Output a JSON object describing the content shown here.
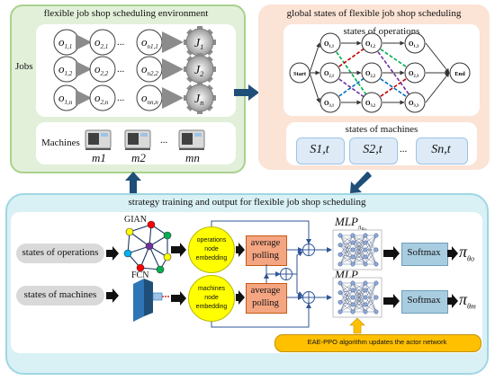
{
  "env": {
    "title": "flexible job shop scheduling environment",
    "jobs_label": "Jobs",
    "machines_label": "Machines",
    "ops": [
      [
        "o1,1",
        "o2,1",
        "on1,1"
      ],
      [
        "o1,2",
        "o2,2",
        "on2,2"
      ],
      [
        "o1,n",
        "o2,n",
        "onn,n"
      ]
    ],
    "jobs": [
      "J1",
      "J2",
      "Jn"
    ],
    "machines": [
      "m1",
      "m2",
      "mn"
    ],
    "ellipsis": "..."
  },
  "global": {
    "title": "global states of flexible job shop scheduling",
    "ops_title": "states of operations",
    "machines_title": "states of machines",
    "start": "Start",
    "end": "End",
    "nodes": [
      "O1,1",
      "O1,2",
      "O1,3",
      "O2,1",
      "O2,2",
      "O2,3",
      "O3,1",
      "O3,2",
      "O3,3"
    ],
    "machine_states": [
      "S1,t",
      "S2,t",
      "Sn,t"
    ]
  },
  "strategy": {
    "title": "strategy training and output for flexible job shop scheduling",
    "ops_input": "states of operations",
    "mach_input": "states of machines",
    "gian": "GIAN",
    "fcn": "FCN",
    "ops_embed": [
      "operations",
      "node",
      "embedding"
    ],
    "mach_embed": [
      "machines",
      "node",
      "embedding"
    ],
    "pool": [
      "average",
      "polling"
    ],
    "mlp": "MLP",
    "softmax": "Softmax",
    "pi": "π",
    "eae": "EAE-PPO algorithm updates the actor network"
  },
  "colors": {
    "env_bg": "#e2f0d9",
    "env_border": "#a9d18e",
    "global_bg": "#fbe3d6",
    "strategy_bg": "#d9f1f5",
    "strategy_border": "#9fd6e4",
    "pool_fill": "#f4a582",
    "embed_fill": "#ffff00",
    "softmax_fill": "#a9cde0",
    "eae_fill": "#ffc000",
    "arrow_dark": "#1f4e79"
  }
}
